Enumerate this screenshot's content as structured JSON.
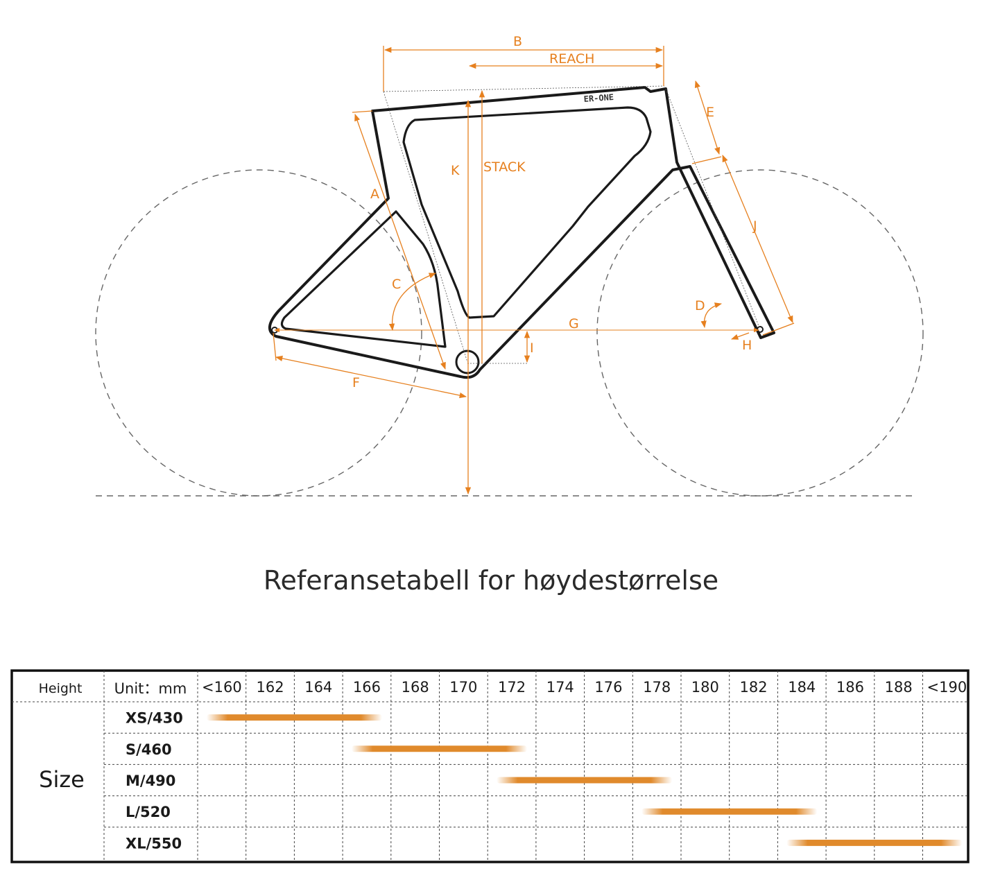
{
  "diagram": {
    "brand": "ER-ONE",
    "labels": {
      "a": "A",
      "b": "B",
      "c": "C",
      "d": "D",
      "e": "E",
      "f": "F",
      "g": "G",
      "h": "H",
      "i": "I",
      "j": "J",
      "k": "K",
      "reach": "REACH",
      "stack": "STACK"
    }
  },
  "title": "Referansetabell for høydestørrelse",
  "table": {
    "height_label": "Height",
    "unit_label": "Unit：mm",
    "size_label": "Size",
    "columns": [
      "<160",
      "162",
      "164",
      "166",
      "168",
      "170",
      "172",
      "174",
      "176",
      "178",
      "180",
      "182",
      "184",
      "186",
      "188",
      "<190"
    ],
    "rows": [
      {
        "size": "XS/430",
        "from": 160,
        "to": 166
      },
      {
        "size": "S/460",
        "from": 166,
        "to": 172
      },
      {
        "size": "M/490",
        "from": 172,
        "to": 178
      },
      {
        "size": "L/520",
        "from": 178,
        "to": 184
      },
      {
        "size": "XL/550",
        "from": 184,
        "to": 190
      }
    ],
    "bar_color": "#e08a2c"
  }
}
